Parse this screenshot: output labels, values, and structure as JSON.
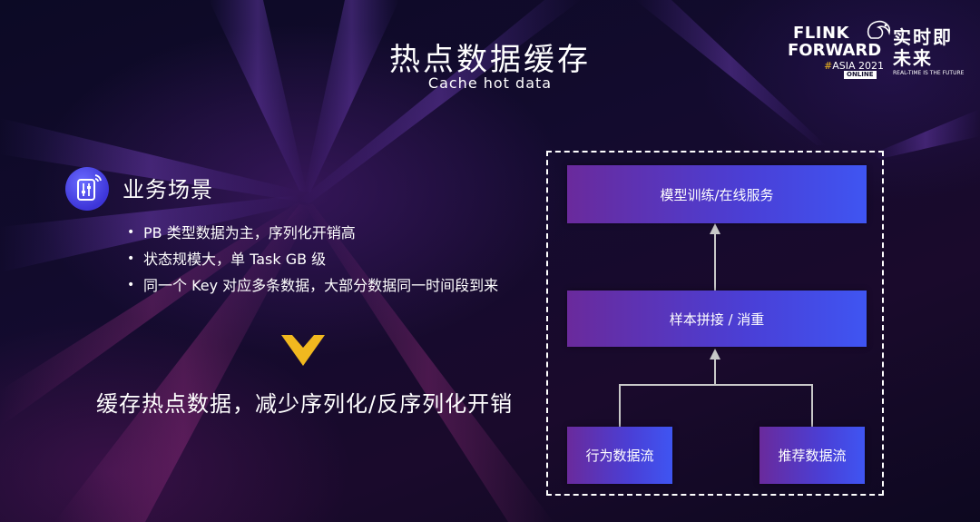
{
  "header": {
    "title": "热点数据缓存",
    "subtitle": "Cache hot data"
  },
  "logo": {
    "line1": "FLINK",
    "line2": "FORWARD",
    "hash": "#",
    "edition": "ASIA 2021",
    "badge": "ONLINE",
    "cn_slogan": "实时即未来",
    "en_slogan": "REAL-TIME IS THE FUTURE"
  },
  "scenario": {
    "title": "业务场景",
    "bullet_glyph": "•",
    "bullets": [
      "PB 类型数据为主，序列化开销高",
      "状态规模大，单 Task GB 级",
      "同一个 Key 对应多条数据，大部分数据同一时间段到来"
    ]
  },
  "conclusion": "缓存热点数据，减少序列化/反序列化开销",
  "diagram": {
    "top": "模型训练/在线服务",
    "middle": "样本拼接 / 消重",
    "bottom_left": "行为数据流",
    "bottom_right": "推荐数据流"
  },
  "colors": {
    "accent_yellow": "#f1b81f",
    "box_start": "#6a2a9c",
    "box_end": "#3f55f2",
    "icon_blue": "#4a44e0",
    "connector": "#c8c8c8"
  },
  "icons": {
    "scenario_icon": "control-panel-signal-icon",
    "chevron": "chevron-down-icon",
    "logo_mascot": "squirrel-icon"
  }
}
